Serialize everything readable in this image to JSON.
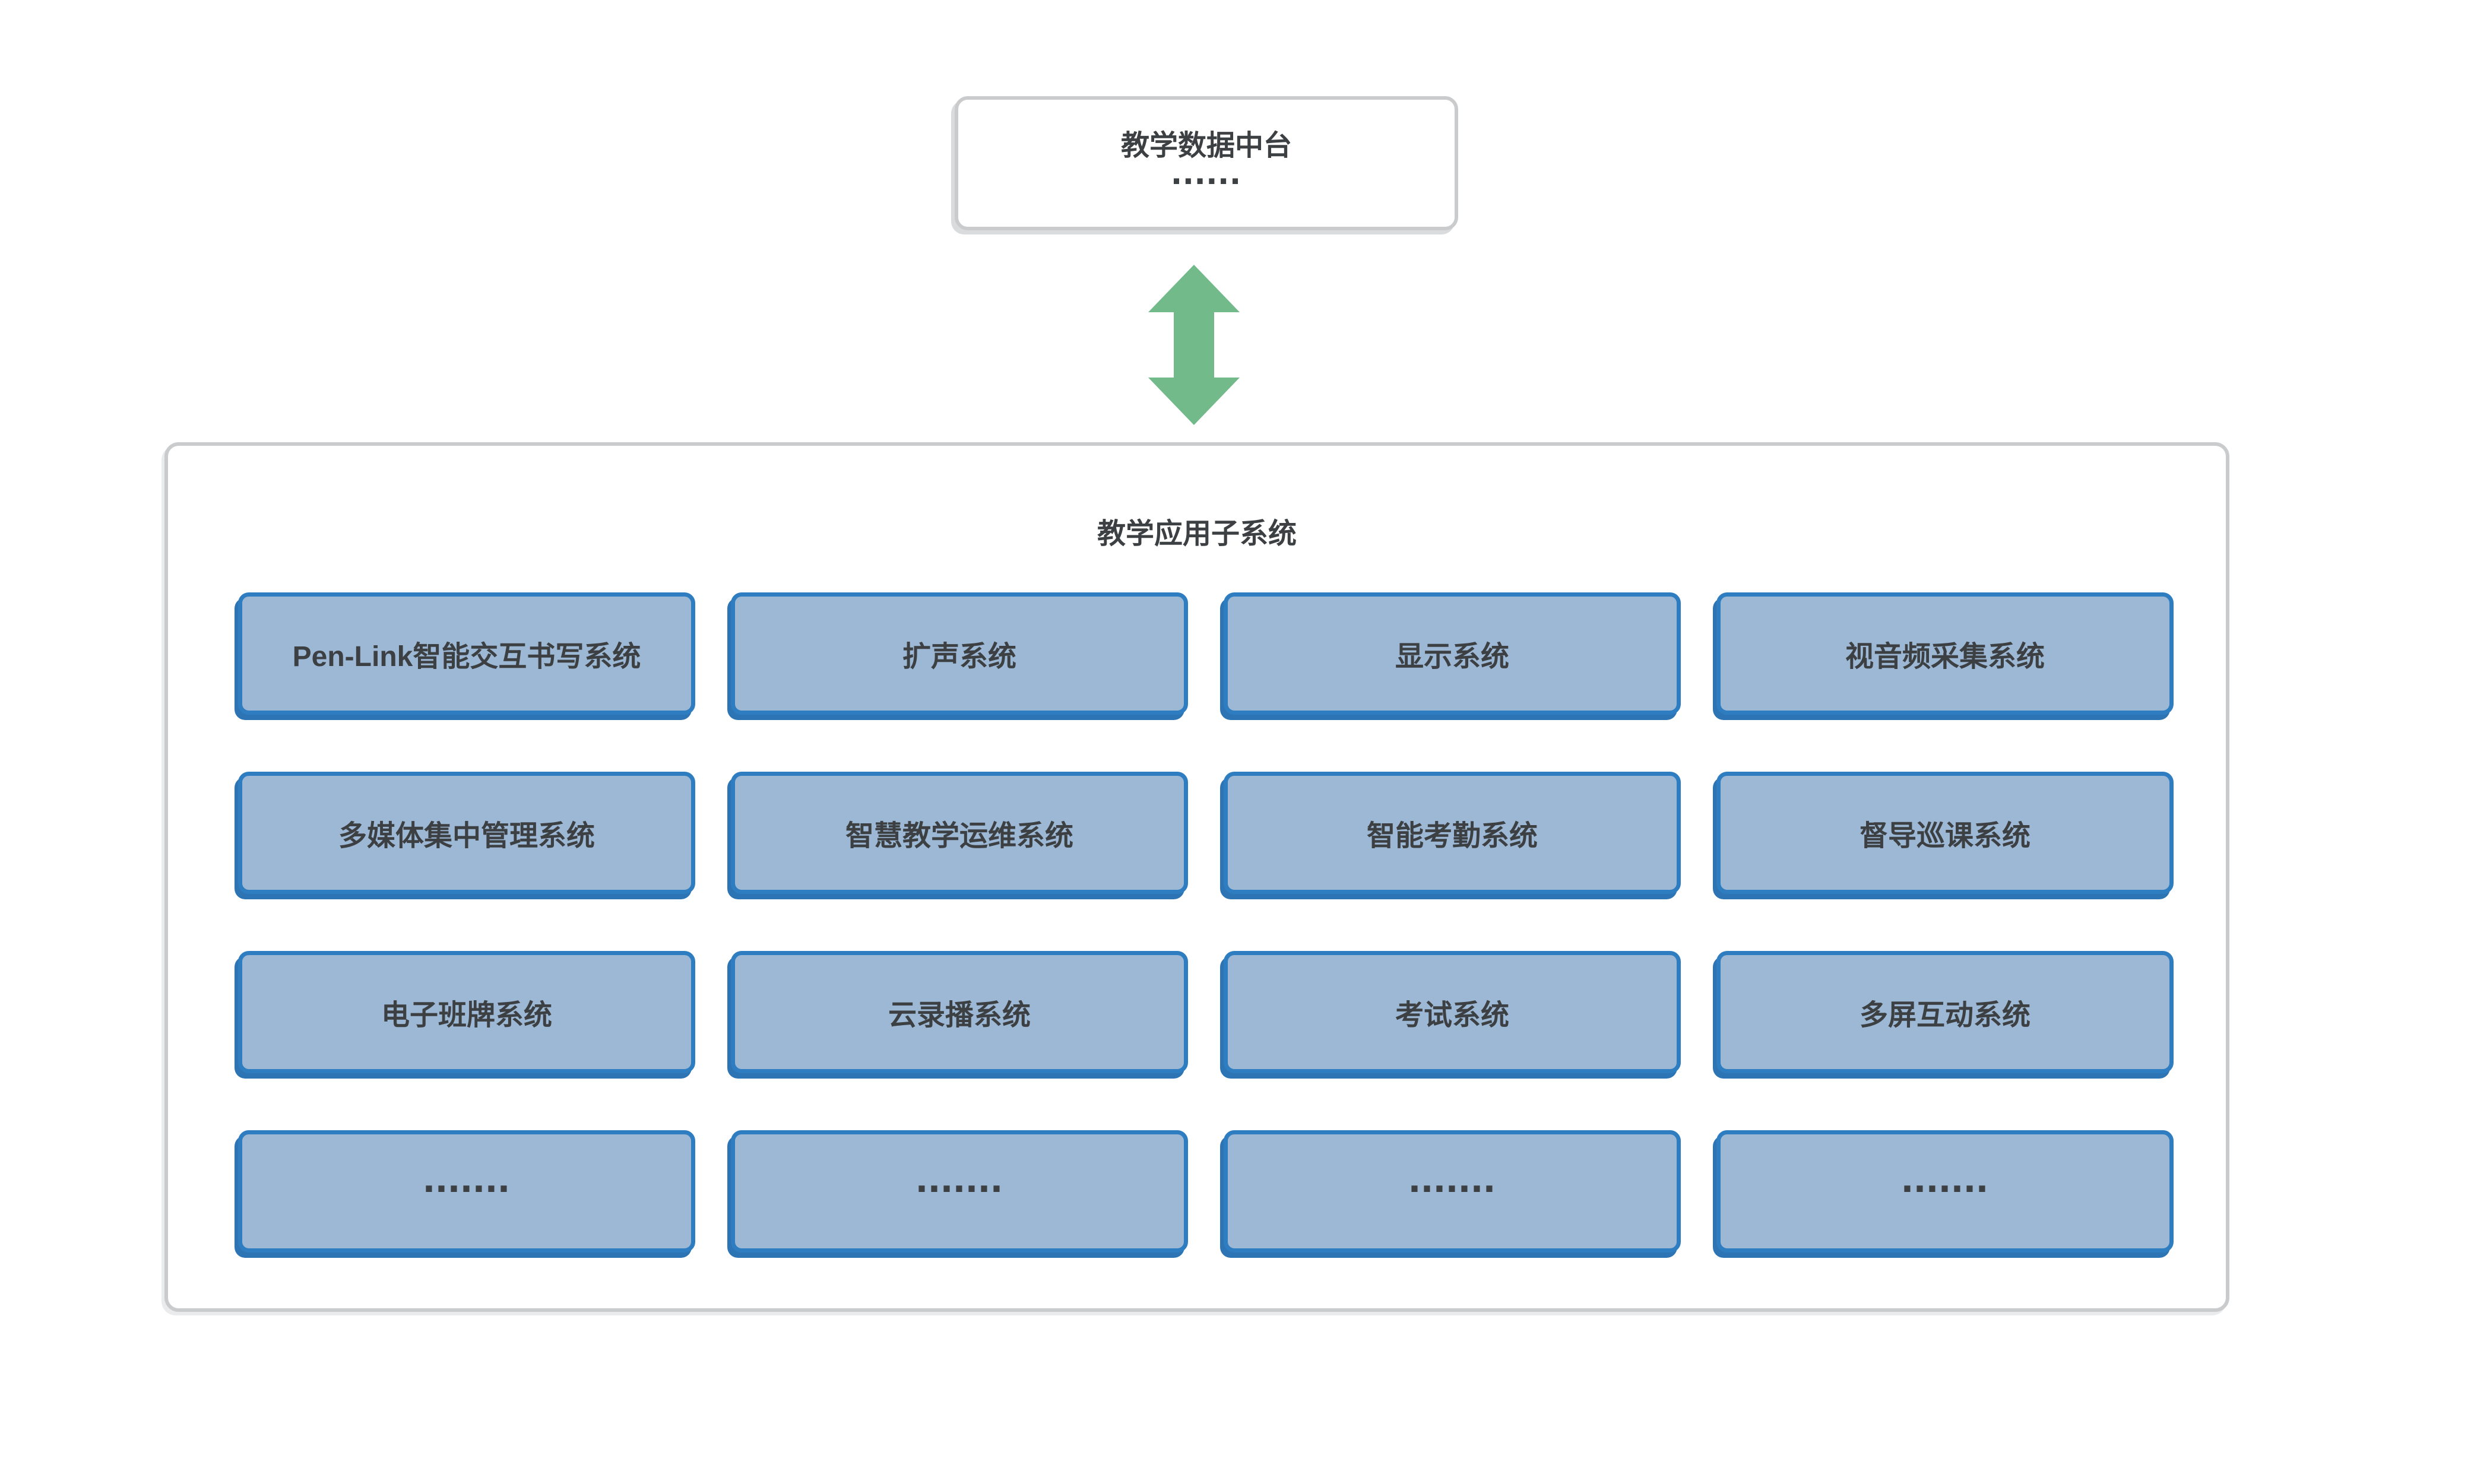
{
  "top_box": {
    "title": "教学数据中台",
    "dots": "......"
  },
  "arrow": {
    "name": "bidirectional-vertical-arrow",
    "color": "#73ba8b"
  },
  "panel": {
    "title": "教学应用子系统",
    "items": [
      {
        "label": "Pen-Link智能交互书写系统"
      },
      {
        "label": "扩声系统"
      },
      {
        "label": "显示系统"
      },
      {
        "label": "视音频采集系统"
      },
      {
        "label": "多媒体集中管理系统"
      },
      {
        "label": "智慧教学运维系统"
      },
      {
        "label": "智能考勤系统"
      },
      {
        "label": "督导巡课系统"
      },
      {
        "label": "电子班牌系统"
      },
      {
        "label": "云录播系统"
      },
      {
        "label": "考试系统"
      },
      {
        "label": "多屏互动系统"
      },
      {
        "label": "......."
      },
      {
        "label": "......."
      },
      {
        "label": "......."
      },
      {
        "label": "......."
      }
    ]
  },
  "colors": {
    "box_fill": "#9cb8d5",
    "box_border": "#2e7dc0",
    "box_shadow": "#2d74b5",
    "frame_border": "#c9cbcd",
    "text": "#3d4043",
    "arrow_green": "#73ba8b"
  }
}
